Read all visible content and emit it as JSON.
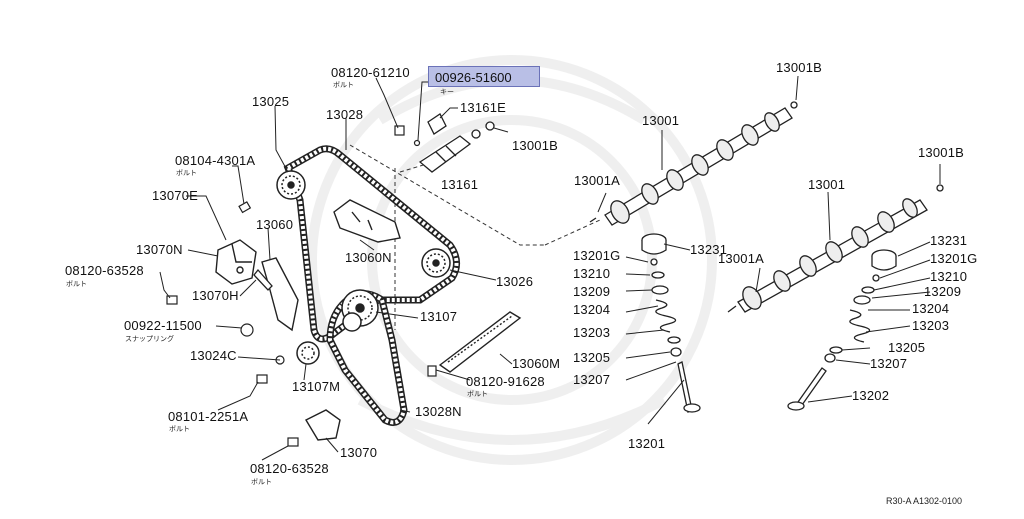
{
  "highlighted_part": "00926-51600",
  "labels": {
    "b08120_61210": "08120-61210",
    "b08120_61210_sub": "ボルト",
    "key_sub": "キー",
    "p13161e": "13161E",
    "p13001b_a": "13001B",
    "p13161": "13161",
    "p13025": "13025",
    "p13028": "13028",
    "b08104": "08104-4301A",
    "b08104_sub": "ボルト",
    "p13070e": "13070E",
    "p13060": "13060",
    "p13070n": "13070N",
    "b08120_63528a": "08120-63528",
    "b08120_63528a_sub": "ボルト",
    "p13070h": "13070H",
    "p13060n": "13060N",
    "p13026": "13026",
    "p00922": "00922-11500",
    "p00922_sub": "スナップリング",
    "p13107": "13107",
    "p13024c": "13024C",
    "p13107m": "13107M",
    "p13060m": "13060M",
    "b08120_91628": "08120-91628",
    "b08120_91628_sub": "ボルト",
    "b08101": "08101-2251A",
    "b08101_sub": "ボルト",
    "p13028n": "13028N",
    "p13070": "13070",
    "b08120_63528b": "08120-63528",
    "b08120_63528b_sub": "ボルト",
    "p13001_a": "13001",
    "p13001b_b": "13001B",
    "p13001a_a": "13001A",
    "p13231_a": "13231",
    "p13201g_a": "13201G",
    "p13210_a": "13210",
    "p13209_a": "13209",
    "p13204_a": "13204",
    "p13203_a": "13203",
    "p13205_a": "13205",
    "p13207_a": "13207",
    "p13201": "13201",
    "p13001b_c": "13001B",
    "p13001_b": "13001",
    "p13001a_b": "13001A",
    "p13231_b": "13231",
    "p13201g_b": "13201G",
    "p13210_b": "13210",
    "p13209_b": "13209",
    "p13204_b": "13204",
    "p13203_b": "13203",
    "p13205_b": "13205",
    "p13207_b": "13207",
    "p13202": "13202"
  },
  "reference_code": "R30-A A1302-0100",
  "colors": {
    "highlight": "#b9bfe6",
    "highlight_border": "#6b72b8",
    "ink": "#111111"
  }
}
